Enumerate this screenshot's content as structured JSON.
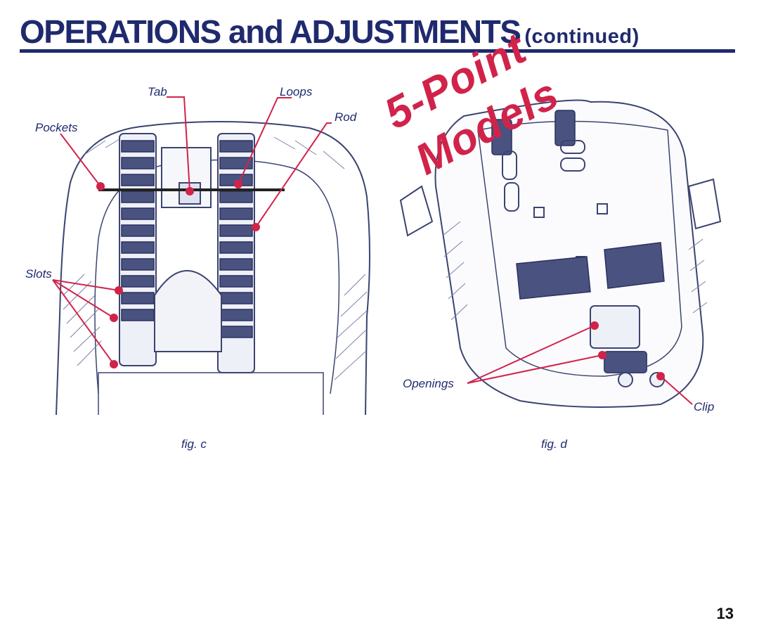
{
  "header": {
    "title_main": "OPERATIONS and  ADJUSTMENTS",
    "title_suffix": "(continued)"
  },
  "badge": {
    "line1": "5-Point",
    "line2": "Models"
  },
  "figure_c": {
    "caption": "fig. c",
    "labels": {
      "tab": "Tab",
      "loops": "Loops",
      "rod": "Rod",
      "pockets": "Pockets",
      "slots": "Slots"
    }
  },
  "figure_d": {
    "caption": "fig. d",
    "labels": {
      "openings": "Openings",
      "clip": "Clip"
    }
  },
  "footer": {
    "page_number": "13"
  },
  "colors": {
    "heading": "#1f2a6e",
    "callout": "#d1234a"
  }
}
